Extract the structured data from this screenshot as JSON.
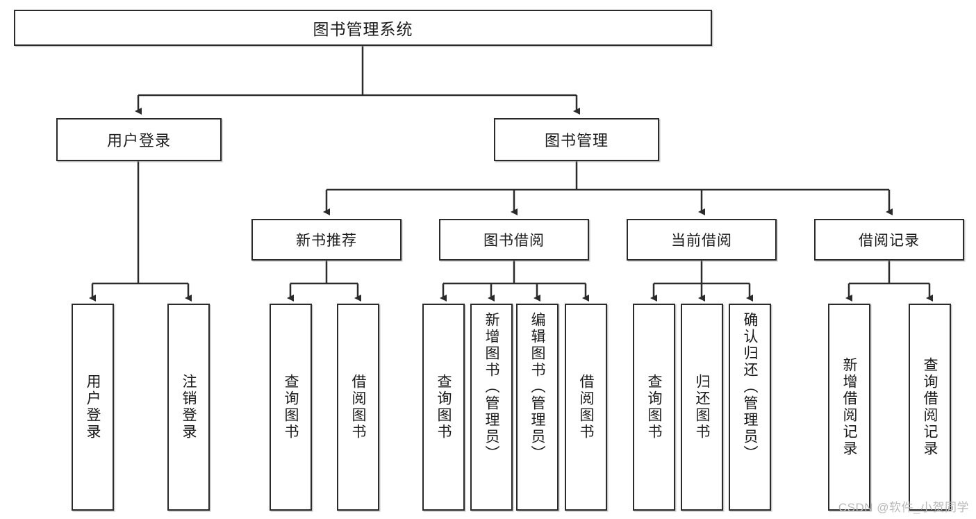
{
  "diagram": {
    "type": "tree-hierarchy",
    "title": "图书管理系统",
    "watermark": "CSDN @软件_小贺同学",
    "colors": {
      "box_border": "#2b2b2b",
      "box_fill": "#ffffff",
      "connector": "#2b2b2b",
      "text": "#1a1a1a",
      "watermark": "#b9b9b9"
    },
    "root": {
      "label": "图书管理系统"
    },
    "level2": [
      {
        "id": "user-login",
        "label": "用户登录"
      },
      {
        "id": "book-management",
        "label": "图书管理"
      }
    ],
    "level3": [
      {
        "id": "new-book-recommend",
        "label": "新书推荐",
        "parent": "book-management"
      },
      {
        "id": "book-borrow",
        "label": "图书借阅",
        "parent": "book-management"
      },
      {
        "id": "current-borrow",
        "label": "当前借阅",
        "parent": "book-management"
      },
      {
        "id": "borrow-record",
        "label": "借阅记录",
        "parent": "book-management"
      }
    ],
    "leaves": [
      {
        "id": "leaf-user-login",
        "label": "用户登录",
        "parent": "user-login"
      },
      {
        "id": "leaf-logout",
        "label": "注销登录",
        "parent": "user-login"
      },
      {
        "id": "leaf-query-book-1",
        "label": "查询图书",
        "parent": "new-book-recommend"
      },
      {
        "id": "leaf-borrow-book-1",
        "label": "借阅图书",
        "parent": "new-book-recommend"
      },
      {
        "id": "leaf-query-book-2",
        "label": "查询图书",
        "parent": "book-borrow"
      },
      {
        "id": "leaf-add-book",
        "label": "新增图书（管理员）",
        "parent": "book-borrow"
      },
      {
        "id": "leaf-edit-book",
        "label": "编辑图书（管理员）",
        "parent": "book-borrow"
      },
      {
        "id": "leaf-borrow-book-2",
        "label": "借阅图书",
        "parent": "book-borrow"
      },
      {
        "id": "leaf-query-book-3",
        "label": "查询图书",
        "parent": "current-borrow"
      },
      {
        "id": "leaf-return-book",
        "label": "归还图书",
        "parent": "current-borrow"
      },
      {
        "id": "leaf-confirm-return",
        "label": "确认归还（管理员）",
        "parent": "current-borrow"
      },
      {
        "id": "leaf-add-record",
        "label": "新增借阅记录",
        "parent": "borrow-record"
      },
      {
        "id": "leaf-query-record",
        "label": "查询借阅记录",
        "parent": "borrow-record"
      }
    ]
  }
}
